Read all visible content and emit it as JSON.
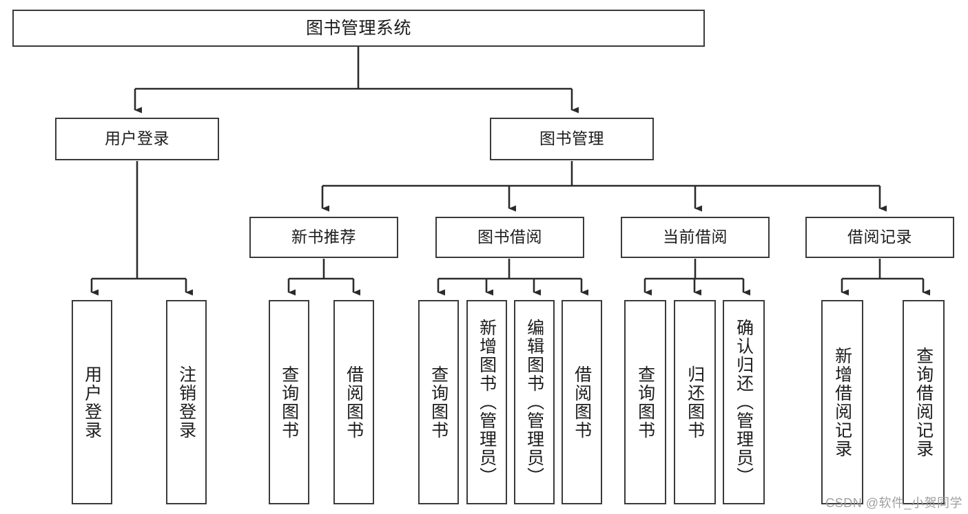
{
  "diagram": {
    "title": "图书管理系统",
    "type": "hierarchy-tree",
    "watermark": "CSDN @软件_小贺同学",
    "colors": {
      "box_border": "#3a3a3a",
      "box_fill": "#ffffff",
      "connector": "#2b2b2b",
      "text": "#1c1c1c",
      "watermark": "#9a9a9a"
    },
    "root": {
      "label": "图书管理系统"
    },
    "level2": [
      {
        "label": "用户登录"
      },
      {
        "label": "图书管理"
      }
    ],
    "level3": [
      {
        "label": "新书推荐"
      },
      {
        "label": "图书借阅"
      },
      {
        "label": "当前借阅"
      },
      {
        "label": "借阅记录"
      }
    ],
    "leaves": {
      "user_login": [
        {
          "label": "用户登录"
        },
        {
          "label": "注销登录"
        }
      ],
      "new_book": [
        {
          "label": "查询图书"
        },
        {
          "label": "借阅图书"
        }
      ],
      "book_borrow": [
        {
          "label": "查询图书"
        },
        {
          "label": "新增图书（管理员）"
        },
        {
          "label": "编辑图书（管理员）"
        },
        {
          "label": "借阅图书"
        }
      ],
      "current_borrow": [
        {
          "label": "查询图书"
        },
        {
          "label": "归还图书"
        },
        {
          "label": "确认归还（管理员）"
        }
      ],
      "borrow_record": [
        {
          "label": "新增借阅记录"
        },
        {
          "label": "查询借阅记录"
        }
      ]
    }
  }
}
